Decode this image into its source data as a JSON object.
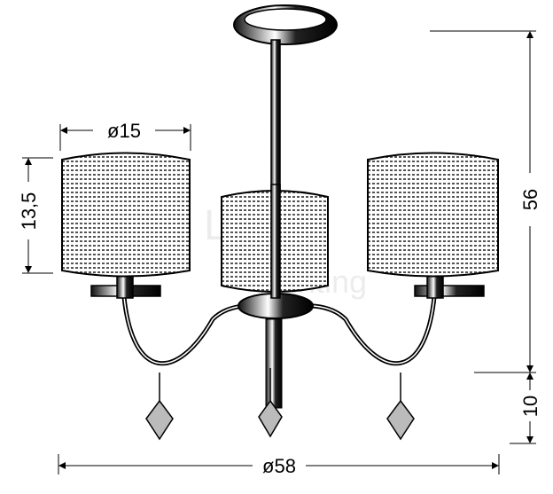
{
  "dimensions": {
    "shade_diameter": "ø15",
    "shade_height": "13,5",
    "total_height": "56",
    "crystal_drop": "10",
    "total_diameter": "ø58"
  },
  "watermark": "LOVE lighting"
}
